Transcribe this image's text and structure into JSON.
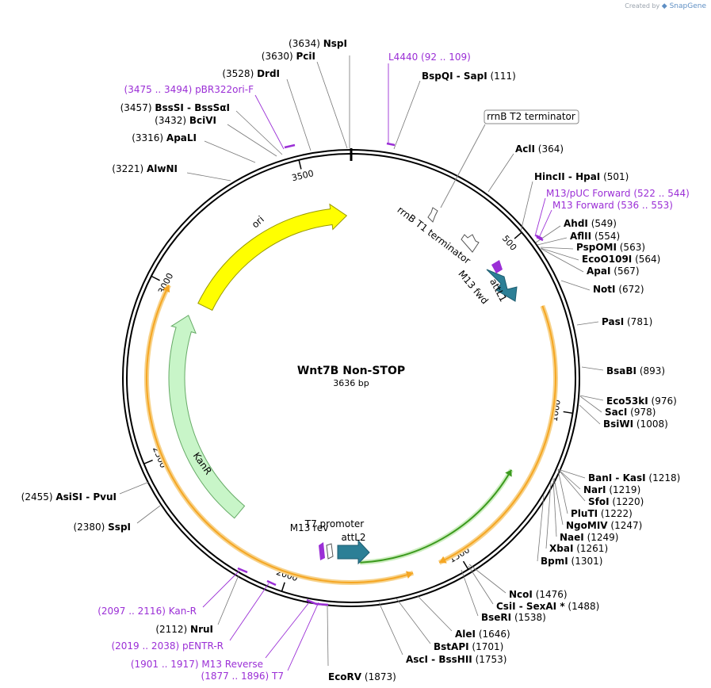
{
  "watermark": {
    "prefix": "Created by",
    "brand": "SnapGene"
  },
  "map": {
    "title": "Wnt7B Non-STOP",
    "length_label": "3636 bp",
    "total_bp": 3636,
    "tick_labels": [
      "500",
      "1000",
      "1500",
      "2000",
      "2500",
      "3000",
      "3500"
    ]
  },
  "colors": {
    "primer": "#9b2fd6",
    "ori": "#ffff00",
    "kanr": "#c8f5c8",
    "attl": "#2c7f96",
    "orange_feature": "#f5a623",
    "green_feature": "#3c9a1e"
  },
  "sites": [
    {
      "name": "NspI",
      "pos": "(3634)"
    },
    {
      "name": "PciI",
      "pos": "(3630)"
    },
    {
      "name": "DrdI",
      "pos": "(3528)"
    },
    {
      "name": "BssSI  -  BssSαI",
      "pos": "(3457)"
    },
    {
      "name": "BciVI",
      "pos": "(3432)"
    },
    {
      "name": "ApaLI",
      "pos": "(3316)"
    },
    {
      "name": "AlwNI",
      "pos": "(3221)"
    },
    {
      "name": "BspQI  -  SapI",
      "pos": "(111)"
    },
    {
      "name": "AclI",
      "pos": "(364)"
    },
    {
      "name": "HincII  -  HpaI",
      "pos": "(501)"
    },
    {
      "name": "AhdI",
      "pos": "(549)"
    },
    {
      "name": "AflII",
      "pos": "(554)"
    },
    {
      "name": "PspOMI",
      "pos": "(563)"
    },
    {
      "name": "EcoO109I",
      "pos": "(564)"
    },
    {
      "name": "ApaI",
      "pos": "(567)"
    },
    {
      "name": "NotI",
      "pos": "(672)"
    },
    {
      "name": "PasI",
      "pos": "(781)"
    },
    {
      "name": "BsaBI",
      "pos": "(893)"
    },
    {
      "name": "Eco53kI",
      "pos": "(976)"
    },
    {
      "name": "SacI",
      "pos": "(978)"
    },
    {
      "name": "BsiWI",
      "pos": "(1008)"
    },
    {
      "name": "BanI  -  KasI",
      "pos": "(1218)"
    },
    {
      "name": "NarI",
      "pos": "(1219)"
    },
    {
      "name": "SfoI",
      "pos": "(1220)"
    },
    {
      "name": "PluTI",
      "pos": "(1222)"
    },
    {
      "name": "NgoMIV",
      "pos": "(1247)"
    },
    {
      "name": "NaeI",
      "pos": "(1249)"
    },
    {
      "name": "XbaI",
      "pos": "(1261)"
    },
    {
      "name": "BpmI",
      "pos": "(1301)"
    },
    {
      "name": "NcoI",
      "pos": "(1476)"
    },
    {
      "name": "CsiI  -  SexAI *",
      "pos": "(1488)"
    },
    {
      "name": "BseRI",
      "pos": "(1538)"
    },
    {
      "name": "AleI",
      "pos": "(1646)"
    },
    {
      "name": "BstAPI",
      "pos": "(1701)"
    },
    {
      "name": "AscI  -  BssHII",
      "pos": "(1753)"
    },
    {
      "name": "EcoRV",
      "pos": "(1873)"
    },
    {
      "name": "NruI",
      "pos": "(2112)"
    },
    {
      "name": "SspI",
      "pos": "(2380)"
    },
    {
      "name": "AsiSI  -  PvuI",
      "pos": "(2455)"
    }
  ],
  "primers": [
    {
      "name": "L4440",
      "range": "(92 .. 109)"
    },
    {
      "name": "pBR322ori-F",
      "range": "(3475 .. 3494)"
    },
    {
      "name": "M13/pUC Forward",
      "range": "(522 .. 544)"
    },
    {
      "name": "M13 Forward",
      "range": "(536 .. 553)"
    },
    {
      "name": "Kan-R",
      "range": "(2097 .. 2116)"
    },
    {
      "name": "pENTR-R",
      "range": "(2019 .. 2038)"
    },
    {
      "name": "M13 Reverse",
      "range": "(1901 .. 1917)"
    },
    {
      "name": "T7",
      "range": "(1877 .. 1896)"
    }
  ],
  "features": {
    "rrnb_t2": "rrnB T2 terminator",
    "rrnb_t1": "rrnB T1 terminator",
    "m13_fwd": "M13 fwd",
    "attl1": "attL1",
    "ori": "ori",
    "kanr": "KanR",
    "t7_promoter": "T7 promoter",
    "m13_rev": "M13 rev",
    "attl2": "attL2"
  }
}
